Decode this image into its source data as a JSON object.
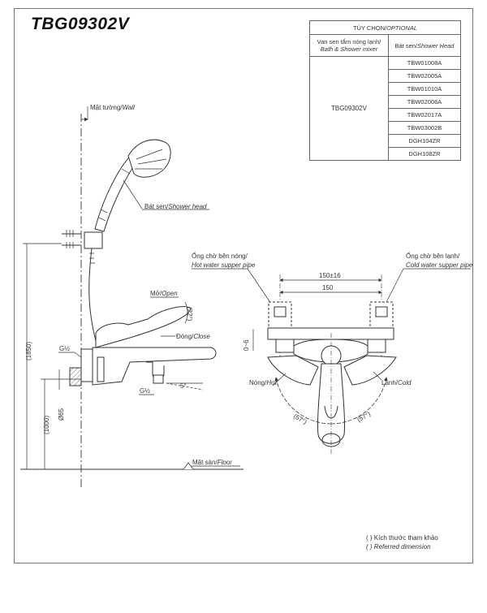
{
  "model": "TBG09302V",
  "options_table": {
    "title_vi": "TÙY CHỌN/",
    "title_en": "OPTIONAL",
    "col1_vi": "Van sen tắm nóng lạnh/",
    "col1_en": "Bath & Shower mixer",
    "col2_vi": "Bát sen/",
    "col2_en": "Shower Head",
    "mixer_code": "TBG09302V",
    "shower_heads": [
      "TBW01008A",
      "TBW02005A",
      "TBW01010A",
      "TBW02006A",
      "TBW02017A",
      "TBW03002B",
      "DGH104ZR",
      "DGH108ZR"
    ]
  },
  "labels": {
    "wall_vi": "Mặt tường/",
    "wall_en": "Wall",
    "shower_head_vi": "Bát sen/",
    "shower_head_en": "Shower head",
    "open_vi": "Mở/",
    "open_en": "Open",
    "close_vi": "Đóng/",
    "close_en": "Close",
    "floor_vi": "Mặt sàn/",
    "floor_en": "Floor",
    "hot_pipe_vi": "Ống chờ bên nóng/",
    "hot_pipe_en": "Hot water supper pipe",
    "cold_pipe_vi": "Ống chờ bên lạnh/",
    "cold_pipe_en": "Cold water supper pipe",
    "hot_vi": "Nóng/",
    "hot_en": "Hot",
    "cold_vi": "Lạnh/",
    "cold_en": "Cold"
  },
  "dimensions": {
    "g_half_top": "G½",
    "g_half_bottom": "G½",
    "angle_open": "(22°)",
    "angle_spout": "5°",
    "h_1850": "(1850)",
    "h_1000": "(1000)",
    "d_65": "Ø65",
    "w_150_tol": "150±16",
    "w_150": "150",
    "v_offset": "0~6",
    "angle_left": "(57°)",
    "angle_right": "(57°)"
  },
  "note": {
    "line1": "( ) Kích thước tham khảo",
    "line2": "( ) Referred dimension"
  }
}
